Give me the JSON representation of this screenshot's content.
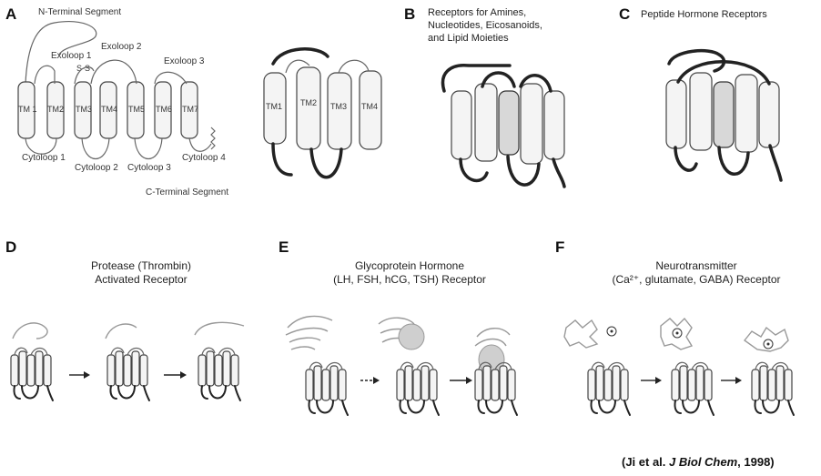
{
  "panels": {
    "A": {
      "letter": "A",
      "labels": {
        "n_terminal": "N-Terminal Segment",
        "exoloop1": "Exoloop 1",
        "exoloop2": "Exoloop 2",
        "exoloop3": "Exoloop 3",
        "ss": "S-S",
        "tm": [
          "TM 1",
          "TM2",
          "TM3",
          "TM4",
          "TM5",
          "TM6",
          "TM7"
        ],
        "cytoloop1": "Cytoloop 1",
        "cytoloop2": "Cytoloop 2",
        "cytoloop3": "Cytoloop 3",
        "cytoloop4": "Cytoloop 4",
        "c_terminal": "C-Terminal Segment",
        "tm3d": [
          "TM1",
          "TM2",
          "TM3",
          "TM4"
        ]
      }
    },
    "B": {
      "letter": "B",
      "title_lines": [
        "Receptors for Amines,",
        "Nucleotides, Eicosanoids,",
        "and Lipid Moieties"
      ]
    },
    "C": {
      "letter": "C",
      "title_lines": [
        "Peptide Hormone Receptors"
      ]
    },
    "D": {
      "letter": "D",
      "title_lines": [
        "Protease (Thrombin)",
        "Activated Receptor"
      ]
    },
    "E": {
      "letter": "E",
      "title_lines": [
        "Glycoprotein Hormone",
        "(LH, FSH, hCG, TSH) Receptor"
      ]
    },
    "F": {
      "letter": "F",
      "title_lines": [
        "Neurotransmitter",
        "(Ca²⁺, glutamate, GABA) Receptor"
      ]
    }
  },
  "citation": {
    "authors": "(Ji et al. ",
    "journal": "J Biol Chem",
    "year": ", 1998)"
  }
}
